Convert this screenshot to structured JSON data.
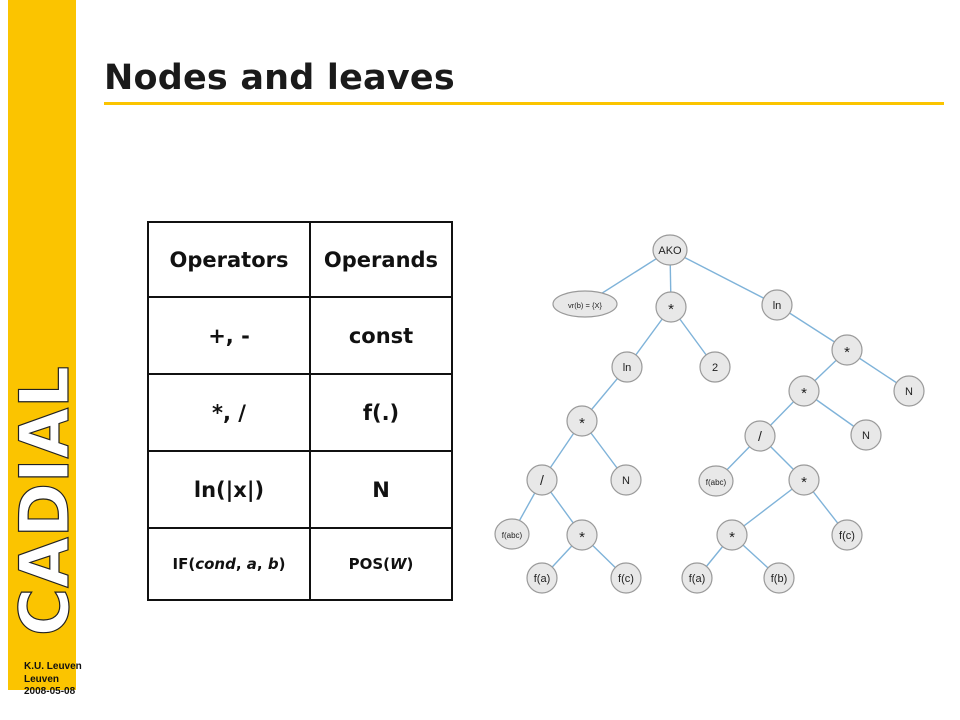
{
  "title": "Nodes and leaves",
  "footer": {
    "institution": "K.U. Leuven",
    "city": "Leuven",
    "date": "2008-05-08"
  },
  "logo": {
    "text": "CADIAL",
    "colors": {
      "bar": "#fbc400",
      "letters": "#ffffff"
    }
  },
  "table": {
    "headers": [
      "Operators",
      "Operands"
    ],
    "rows": [
      [
        "+, -",
        "const"
      ],
      [
        "*, /",
        "f(.)"
      ],
      [
        "ln(|x|)",
        "N"
      ]
    ],
    "last_row": {
      "operator": {
        "prefix": "IF(",
        "arg1": "cond",
        "sep1": ", ",
        "arg2": "a",
        "sep2": ", ",
        "arg3": "b",
        "suffix": ")"
      },
      "operand": {
        "prefix": "POS(",
        "arg": "W",
        "suffix": ")"
      }
    }
  },
  "tree": {
    "labels": {
      "root": "AKO",
      "vr": "vr(b) = {X}",
      "mul1": "*",
      "ln1": "ln",
      "ln2": "ln",
      "two": "2",
      "mul2": "*",
      "mul3": "*",
      "div1": "/",
      "n1": "N",
      "n2": "N",
      "div2": "/",
      "n3": "N",
      "fabc1": "f(abc)",
      "mul4": "*",
      "fabc2": "f(abc)",
      "mul5": "*",
      "fa1": "f(a)",
      "fc1": "f(c)",
      "mul6": "*",
      "fc2": "f(c)",
      "fa2": "f(a)",
      "fb": "f(b)"
    }
  }
}
